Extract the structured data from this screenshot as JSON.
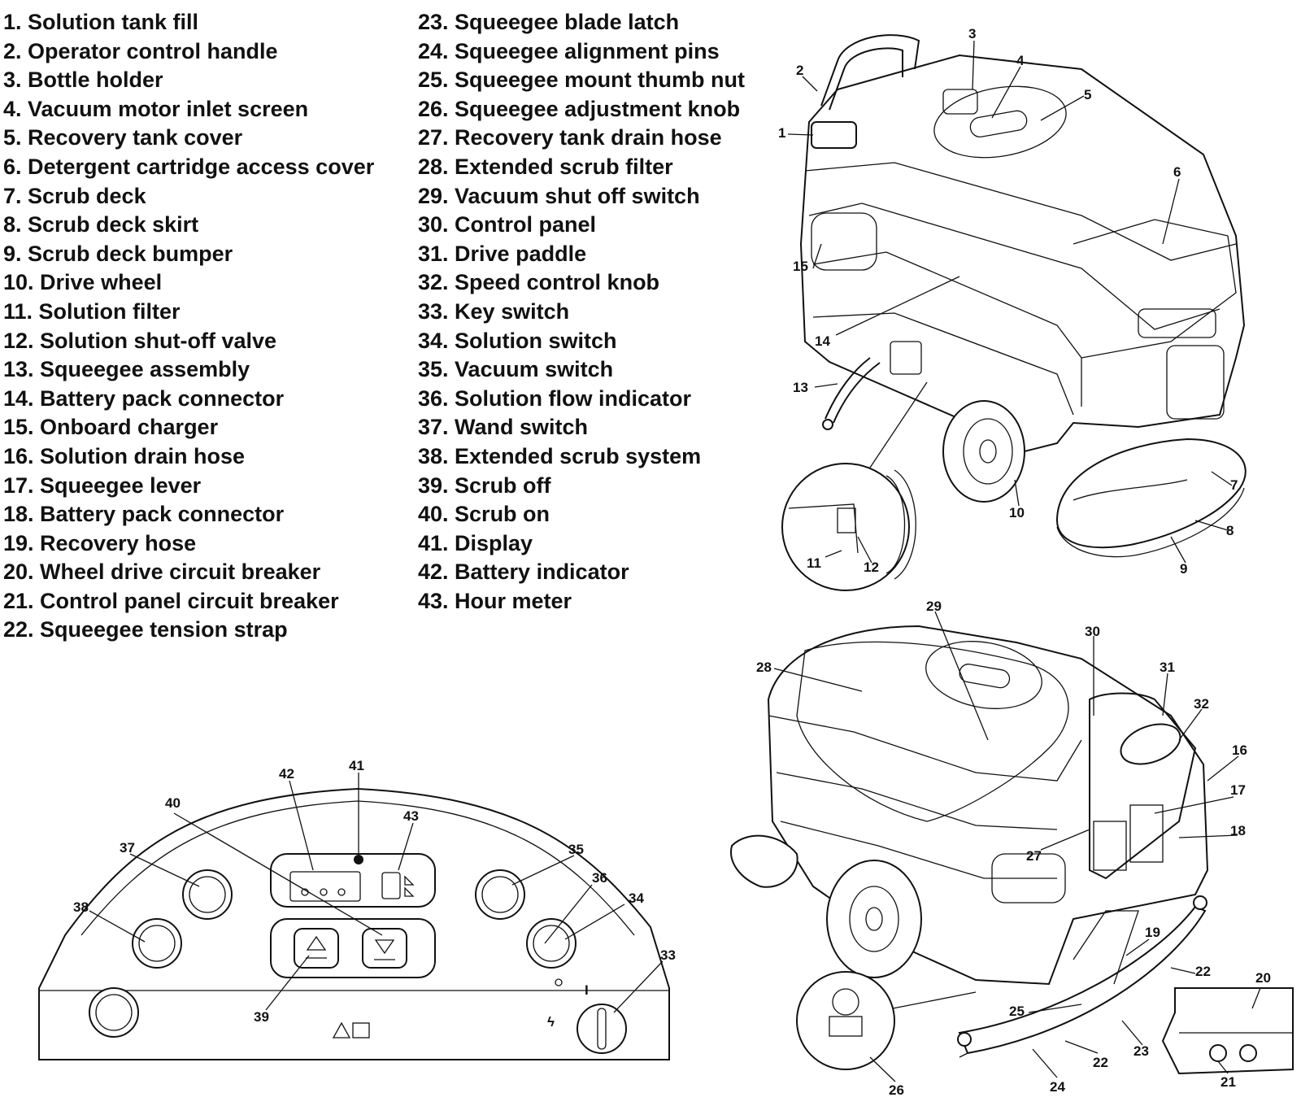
{
  "legend_left": [
    "1. Solution tank fill",
    "2. Operator control handle",
    "3. Bottle holder",
    "4. Vacuum motor inlet screen",
    "5. Recovery tank cover",
    "6. Detergent cartridge access cover",
    "7. Scrub deck",
    "8. Scrub deck skirt",
    "9. Scrub deck bumper",
    "10. Drive wheel",
    "11. Solution filter",
    "12. Solution shut-off valve",
    "13. Squeegee assembly",
    "14. Battery pack connector",
    "15. Onboard charger",
    "16. Solution drain hose",
    "17. Squeegee lever",
    "18. Battery pack connector",
    "19. Recovery hose",
    "20. Wheel drive circuit breaker",
    "21. Control panel circuit breaker",
    "22. Squeegee tension strap"
  ],
  "legend_right": [
    "23. Squeegee blade latch",
    "24. Squeegee alignment pins",
    "25. Squeegee mount thumb nut",
    "26. Squeegee adjustment knob",
    "27. Recovery tank drain hose",
    "28. Extended scrub filter",
    "29. Vacuum shut off switch",
    "30. Control panel",
    "31. Drive paddle",
    "32. Speed control knob",
    "33. Key switch",
    "34. Solution switch",
    "35. Vacuum switch",
    "36. Solution flow indicator",
    "37. Wand switch",
    "38. Extended scrub system",
    "39. Scrub off",
    "40. Scrub on",
    "41. Display",
    "42. Battery indicator",
    "43. Hour meter"
  ],
  "callouts": {
    "c1": "1",
    "c2": "2",
    "c3": "3",
    "c4": "4",
    "c5": "5",
    "c6": "6",
    "c7": "7",
    "c8": "8",
    "c9": "9",
    "c10": "10",
    "c11": "11",
    "c12": "12",
    "c13": "13",
    "c14": "14",
    "c15": "15",
    "c16": "16",
    "c17": "17",
    "c18": "18",
    "c19": "19",
    "c20": "20",
    "c21": "21",
    "c22a": "22",
    "c22b": "22",
    "c23": "23",
    "c24": "24",
    "c25": "25",
    "c26": "26",
    "c27": "27",
    "c28": "28",
    "c29": "29",
    "c30": "30",
    "c31": "31",
    "c32": "32",
    "c33": "33",
    "c34": "34",
    "c35": "35",
    "c36": "36",
    "c37": "37",
    "c38": "38",
    "c39": "39",
    "c40": "40",
    "c41": "41",
    "c42": "42",
    "c43": "43"
  },
  "panel_marks": {
    "key_tick": "I",
    "bolt": "ϟ"
  }
}
